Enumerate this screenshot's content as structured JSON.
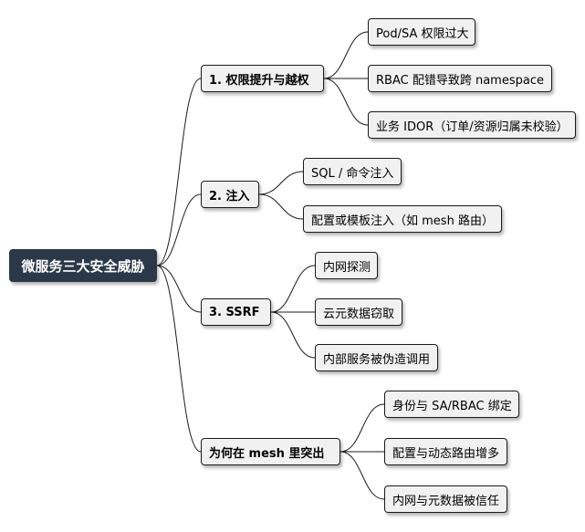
{
  "root": "微服务三大安全威胁",
  "branches": [
    {
      "label": "1. 权限提升与越权",
      "children": [
        "Pod/SA 权限过大",
        "RBAC 配错导致跨 namespace",
        "业务 IDOR（订单/资源归属未校验）"
      ]
    },
    {
      "label": "2. 注入",
      "children": [
        "SQL / 命令注入",
        "配置或模板注入（如 mesh 路由）"
      ]
    },
    {
      "label": "3. SSRF",
      "children": [
        "内网探测",
        "云元数据窃取",
        "内部服务被伪造调用"
      ]
    },
    {
      "label": "为何在 mesh 里突出",
      "children": [
        "身份与 SA/RBAC 绑定",
        "配置与动态路由增多",
        "内网与元数据被信任"
      ]
    }
  ],
  "colors": {
    "root_bg": "#2b3849",
    "node_bg": "#f1f1f1",
    "border": "#1a1a1a"
  }
}
